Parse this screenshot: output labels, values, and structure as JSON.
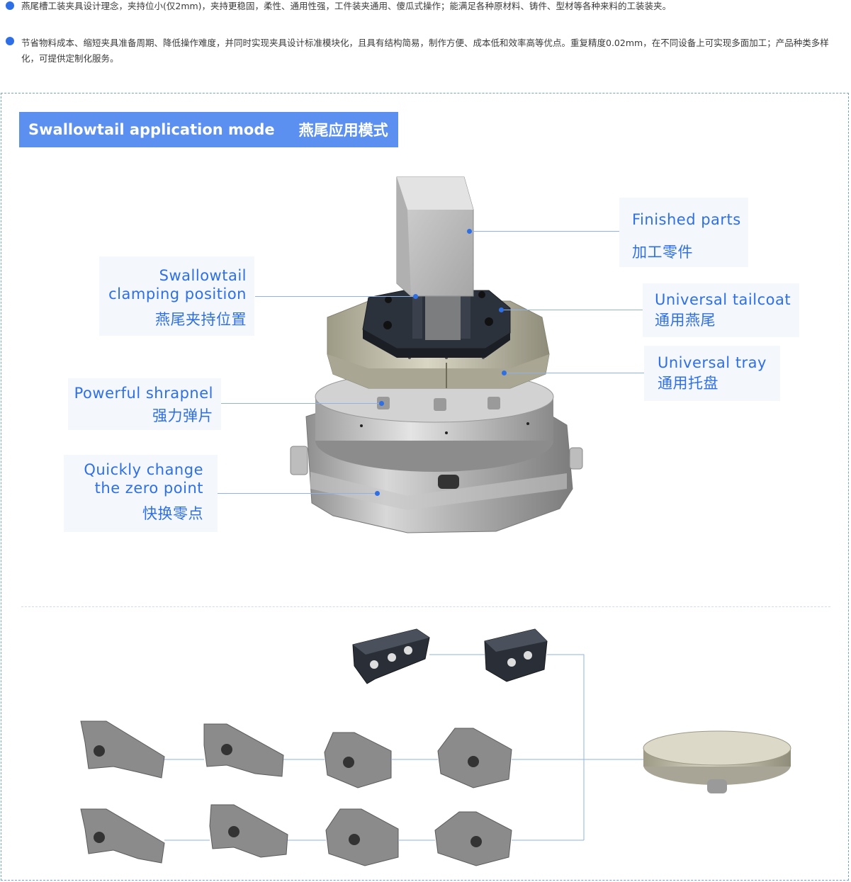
{
  "intro": {
    "bullet1": "燕尾槽工装夹具设计理念，夹持位小(仅2mm)，夹持更稳固，柔性、通用性强，工件装夹通用、傻瓜式操作；能满足各种原材料、铸件、型材等各种来料的工装装夹。",
    "bullet2": "节省物料成本、缩短夹具准备周期、降低操作难度，并同时实现夹具设计标准模块化，且具有结构简易，制作方便、成本低和效率高等优点。重复精度0.02mm，在不同设备上可实现多面加工；产品种类多样化，可提供定制化服务。"
  },
  "banner": {
    "en": "Swallowtail application mode",
    "cn": "燕尾应用模式"
  },
  "callouts": {
    "finished_parts": {
      "en": "Finished parts",
      "cn": "加工零件"
    },
    "swallowtail_clamping": {
      "en1": "Swallowtail",
      "en2": "clamping position",
      "cn": "燕尾夹持位置"
    },
    "universal_tailcoat": {
      "en": "Universal tailcoat",
      "cn": "通用燕尾"
    },
    "universal_tray": {
      "en": "Universal tray",
      "cn": "通用托盘"
    },
    "powerful_shrapnel": {
      "en": "Powerful shrapnel",
      "cn": "强力弹片"
    },
    "quick_change": {
      "en1": "Quickly change",
      "en2": "the zero point",
      "cn": "快换零点"
    }
  },
  "colors": {
    "accent": "#2f6fe6",
    "banner": "#5b8ff0",
    "label_bg": "#f4f8fd"
  }
}
